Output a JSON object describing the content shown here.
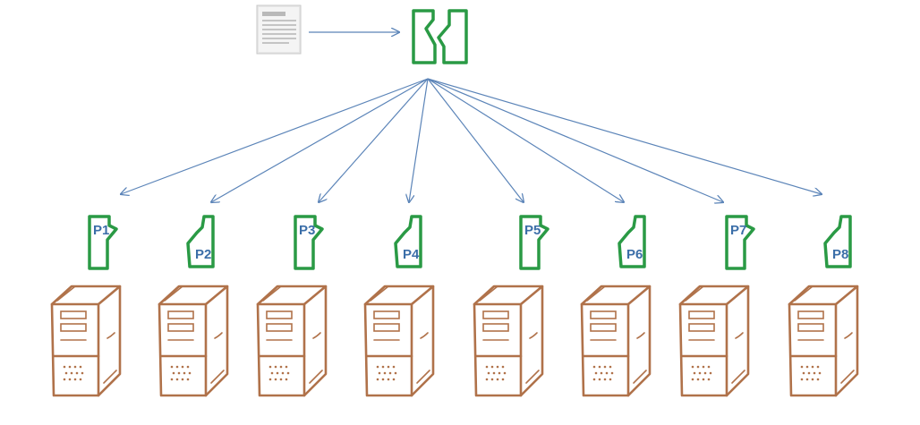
{
  "diagram": {
    "source_icon": "document-icon",
    "distributor_icon": "puzzle-split-icon",
    "server_icon": "server-tower-icon",
    "colors": {
      "puzzle_green": "#2a9a45",
      "arrow_blue": "#5b84b8",
      "label_blue": "#3b6ea8",
      "server_brown": "#b0724a",
      "document_gray": "#d8d8d8"
    },
    "partitions": [
      {
        "label": "P1"
      },
      {
        "label": "P2"
      },
      {
        "label": "P3"
      },
      {
        "label": "P4"
      },
      {
        "label": "P5"
      },
      {
        "label": "P6"
      },
      {
        "label": "P7"
      },
      {
        "label": "P8"
      }
    ]
  }
}
